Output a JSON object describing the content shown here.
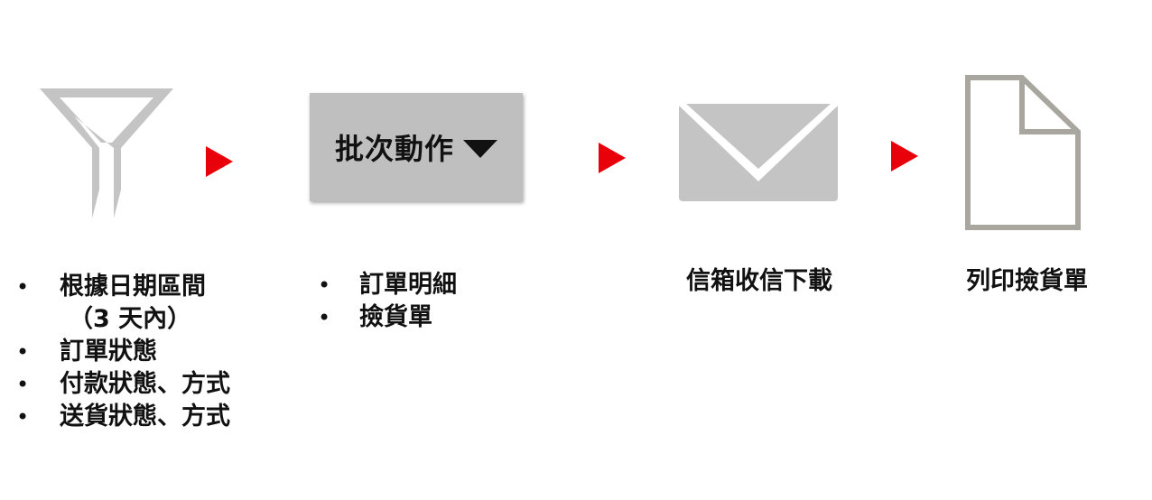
{
  "steps": {
    "filter": {
      "icon": "funnel-icon",
      "items": [
        "根據日期區間",
        "（3 天內）",
        "訂單狀態",
        "付款狀態、方式",
        "送貨狀態、方式"
      ]
    },
    "batch": {
      "button_label": "批次動作",
      "icon": "caret-down-icon",
      "items": [
        "訂單明細",
        "撿貨單"
      ]
    },
    "mail": {
      "icon": "envelope-icon",
      "caption": "信箱收信下載"
    },
    "print": {
      "icon": "document-icon",
      "caption": "列印撿貨單"
    }
  },
  "colors": {
    "arrow": "#e8000b",
    "icon_gray": "#bfbfbf",
    "doc_outline": "#a8a69e"
  }
}
